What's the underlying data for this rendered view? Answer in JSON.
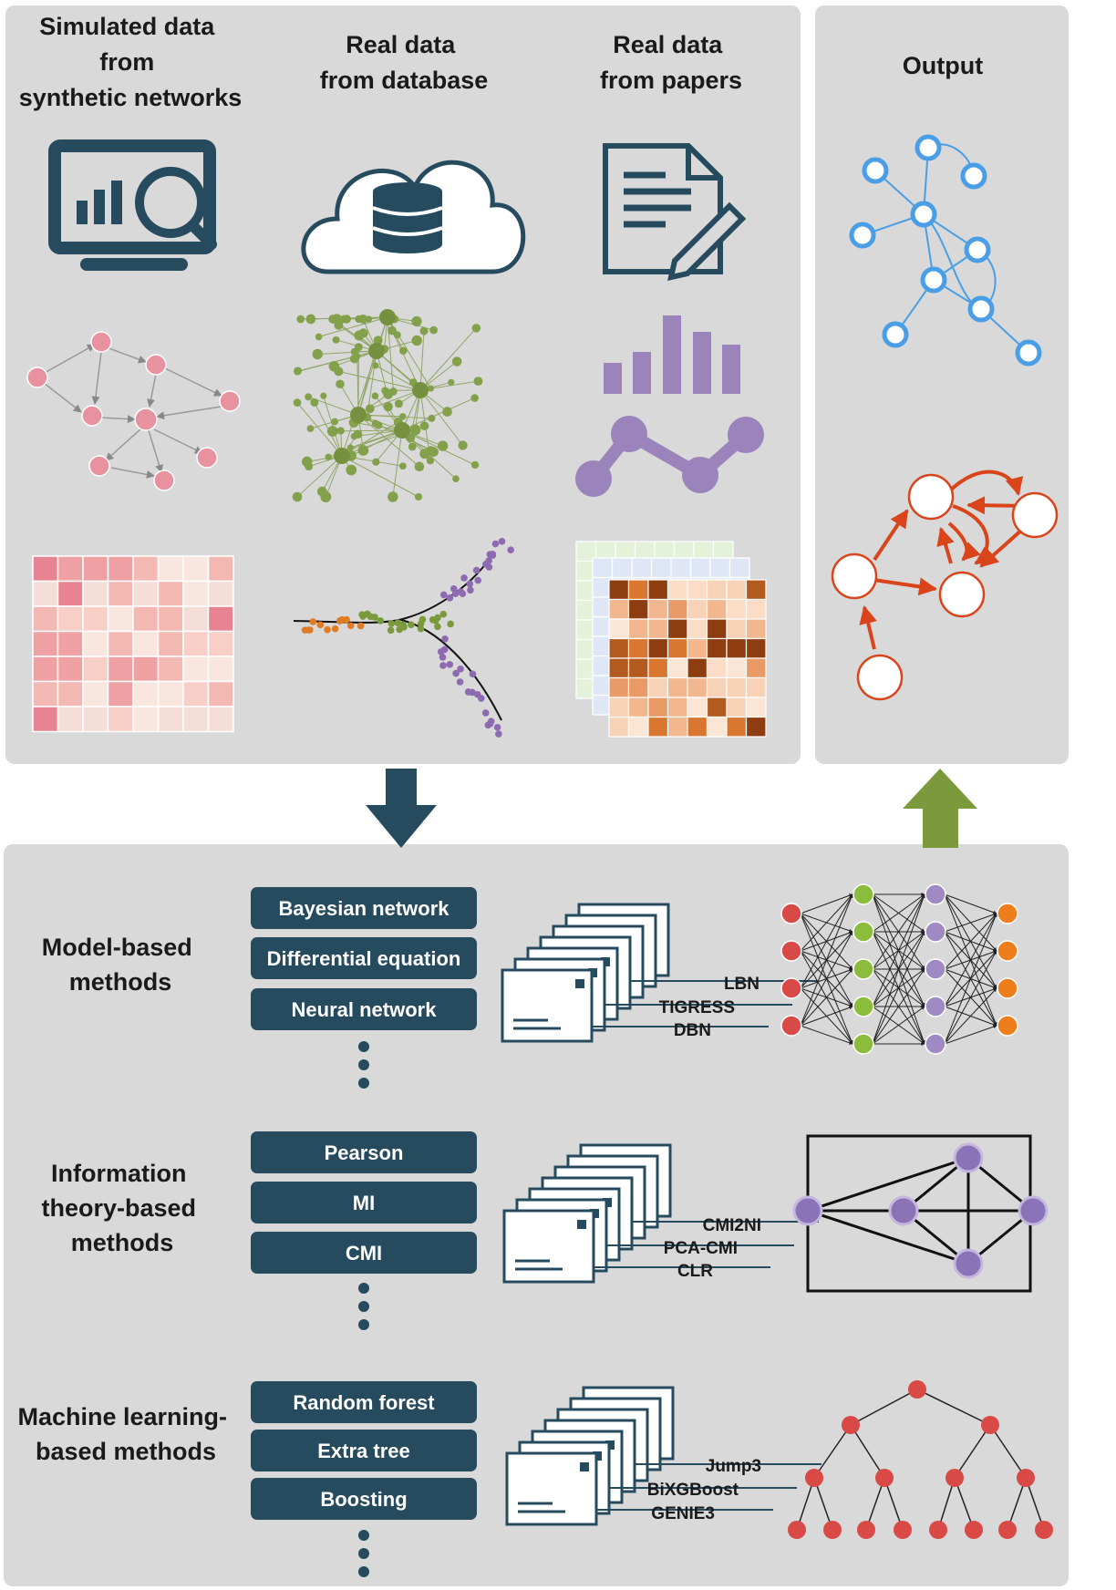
{
  "colors": {
    "panel": "#d9d9d9",
    "navy": "#264a5e",
    "pink": "#e8929f",
    "olive": "#7a9a3c",
    "purple": "#9a84bb",
    "blue": "#4a9ee6",
    "red_orange": "#d9441b",
    "tree_red": "#d94a46",
    "orange": "#e67e22"
  },
  "input_panel": {
    "columns": [
      {
        "title_lines": [
          "Simulated data",
          "from",
          "synthetic networks"
        ],
        "icon": "monitor-analytics-icon"
      },
      {
        "title_lines": [
          "Real data",
          "from database"
        ],
        "icon": "cloud-database-icon"
      },
      {
        "title_lines": [
          "Real data",
          "from papers"
        ],
        "icon": "document-edit-icon"
      }
    ]
  },
  "output_panel": {
    "title": "Output"
  },
  "methods": [
    {
      "label_lines": [
        "Model-based",
        "methods"
      ],
      "items": [
        "Bayesian network",
        "Differential equation",
        "Neural network"
      ],
      "tools": [
        "LBN",
        "TIGRESS",
        "DBN"
      ]
    },
    {
      "label_lines": [
        "Information",
        "theory-based",
        "methods"
      ],
      "items": [
        "Pearson",
        "MI",
        "CMI"
      ],
      "tools": [
        "CMI2NI",
        "PCA-CMI",
        "CLR"
      ]
    },
    {
      "label_lines": [
        "Machine learning-",
        "based methods"
      ],
      "items": [
        "Random forest",
        "Extra tree",
        "Boosting"
      ],
      "tools": [
        "Jump3",
        "BiXGBoost",
        "GENIE3"
      ]
    }
  ]
}
